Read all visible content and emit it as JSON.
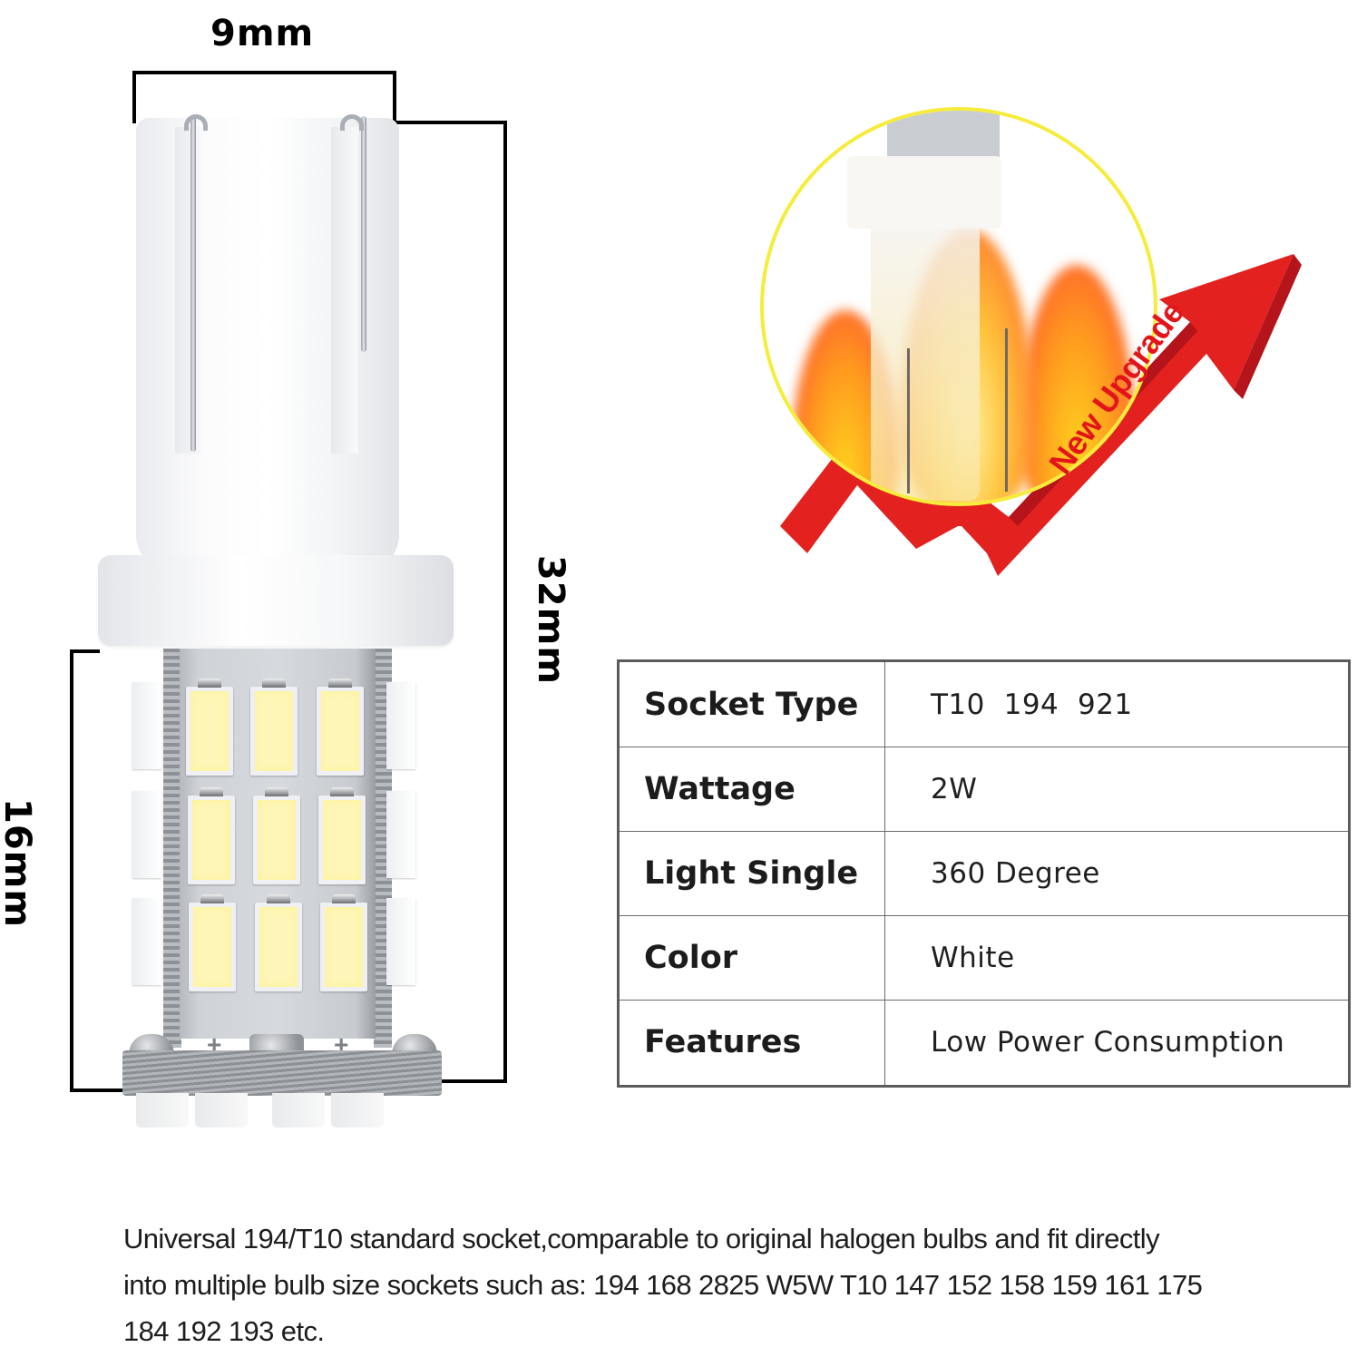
{
  "dimensions": {
    "width_label": "9mm",
    "total_length_label": "32mm",
    "led_section_label": "16mm"
  },
  "highlight": {
    "badge_text": "New Upgrade",
    "arrow_color": "#e3211f",
    "circle_border_color": "#f6ec3c"
  },
  "spec_table": {
    "rows": [
      {
        "label": "Socket Type",
        "value": "T10  194  921"
      },
      {
        "label": "Wattage",
        "value": "2W"
      },
      {
        "label": "Light Single",
        "value": "360 Degree"
      },
      {
        "label": "Color",
        "value": "White"
      },
      {
        "label": "Features",
        "value": "Low Power Consumption"
      }
    ]
  },
  "description": {
    "lines": [
      "Universal 194/T10 standard socket,comparable to original halogen bulbs and fit directly",
      "into multiple bulb size sockets such as: 194 168 2825 W5W T10 147 152 158 159 161 175",
      "184 192 193 etc."
    ]
  },
  "pcb_markings": {
    "left": "+",
    "right": "+"
  }
}
